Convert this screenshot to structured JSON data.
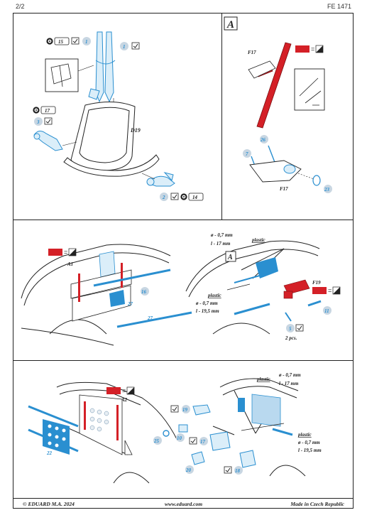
{
  "header": {
    "page": "2/2",
    "code": "FE 1471"
  },
  "footer": {
    "left": "© EDUARD  M.A. 2024",
    "center": "www.eduard.com",
    "right": "Made in Czech Republic"
  },
  "panel_top_left": {
    "callouts": {
      "seatbelt_part": "1",
      "buckle_part": "1",
      "stencil_a": "15",
      "stencil_b": "17",
      "left_part": "3",
      "right_part": "2",
      "right_stencil": "14"
    },
    "seat_label": "D19"
  },
  "panel_top_right": {
    "letter": "A",
    "label_top": "F17",
    "label_bottom": "F17",
    "parts": [
      "26",
      "7",
      "23"
    ]
  },
  "panel_middle": {
    "left_label": "A1",
    "left_parts": [
      "16",
      "27",
      "27"
    ],
    "spec_top": {
      "dia": "ø - 0,7 mm",
      "len": "l - 17 mm",
      "material": "plastic"
    },
    "spec_bottom": {
      "material": "plastic",
      "dia": "ø - 0,7 mm",
      "len": "l - 19,5 mm"
    },
    "letter": "A",
    "right_label": "F19",
    "right_part": "11",
    "pcs_part": "5",
    "pcs_text": "2 pcs."
  },
  "panel_bottom": {
    "left_label": "A2",
    "left_part": "22",
    "spec_top": {
      "material": "plastic",
      "dia": "ø - 0,7 mm",
      "len": "l - 17 mm"
    },
    "spec_bottom": {
      "material": "plastic",
      "dia": "ø - 0,7 mm",
      "len": "l - 19,5 mm"
    },
    "parts": [
      "19",
      "25",
      "10",
      "17",
      "20",
      "18"
    ]
  },
  "colors": {
    "red": "#d42027",
    "blue": "#2a8fd0",
    "frame": "#222222",
    "callout": "#555555"
  },
  "icons": [
    "check-icon",
    "paint-swatch-icon",
    "photo-etch-icon"
  ]
}
